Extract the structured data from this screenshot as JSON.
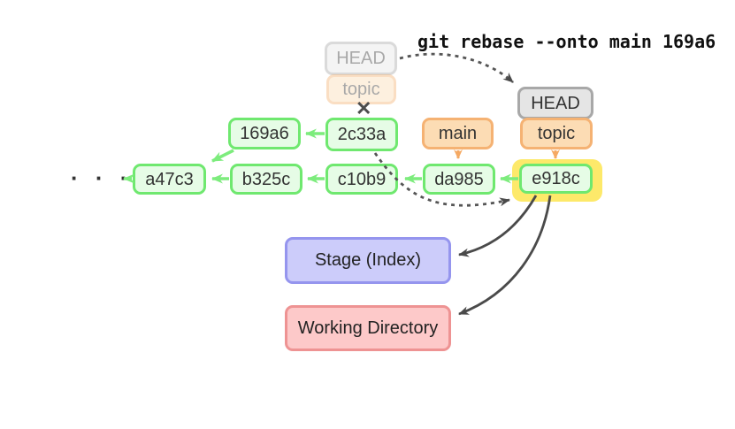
{
  "command": "git rebase --onto main 169a6",
  "ghost": {
    "head_label": "HEAD",
    "topic_label": "topic",
    "detach_mark": "✕"
  },
  "refs": {
    "head_label": "HEAD",
    "topic_label": "topic",
    "main_label": "main"
  },
  "commits": {
    "c169a6": "169a6",
    "c2c33a": "2c33a",
    "a47c3": "a47c3",
    "b325c": "b325c",
    "c10b9": "c10b9",
    "da985": "da985",
    "e918c": "e918c"
  },
  "ellipsis": "· · ·",
  "areas": {
    "stage_label": "Stage (Index)",
    "working_directory_label": "Working Directory"
  },
  "colors": {
    "commit_border": "#6fe86f",
    "commit_fill": "#e6fce6",
    "ref_border": "#f5b273",
    "ref_fill": "#fcdcb4",
    "head_border": "#a8a8a8",
    "head_fill": "#e5e5e5",
    "highlight_yellow": "#fde96a",
    "stage_fill": "#ccccfa",
    "stage_border": "#9595ee",
    "working_fill": "#fdc9c9",
    "working_border": "#ee9393",
    "arrow_green": "#7dec7d",
    "arrow_orange": "#f5a963",
    "arrow_dark": "#4a4a4a"
  }
}
